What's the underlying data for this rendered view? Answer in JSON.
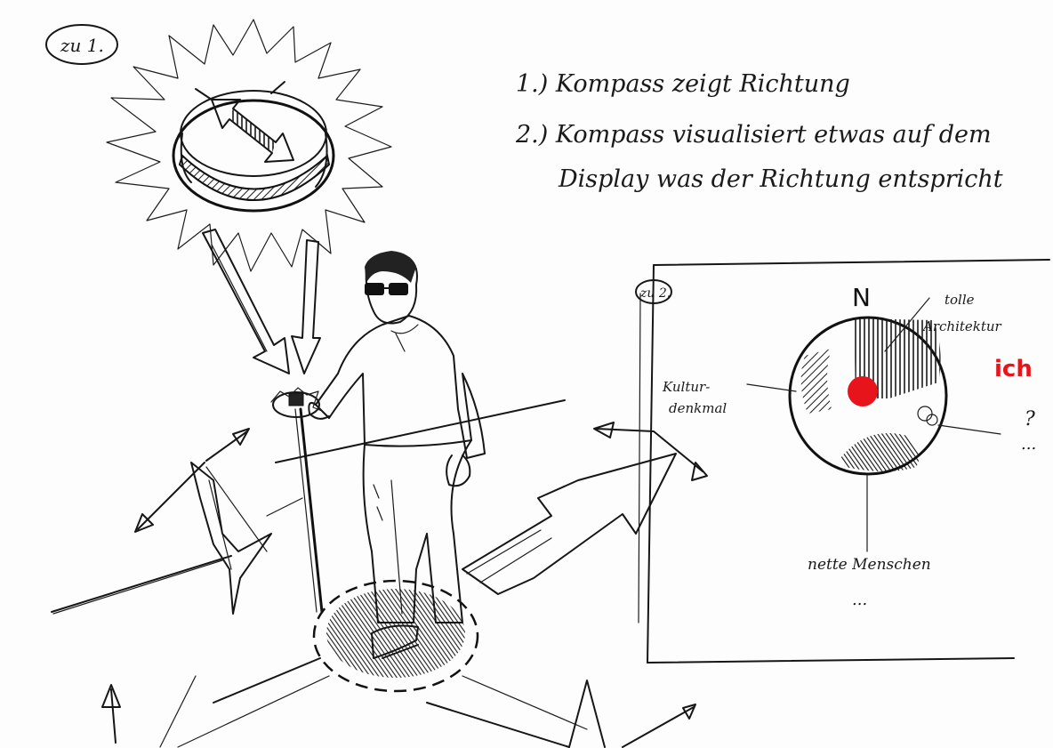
{
  "section1": {
    "badge": "zu 1.",
    "notes": [
      "1.) Kompass zeigt Richtung",
      "2.) Kompass visualisiert etwas auf dem",
      "Display was der Richtung entspricht"
    ]
  },
  "section2": {
    "badge": "zu 2.",
    "north": "N",
    "labels": {
      "architecture": [
        "tolle",
        "Architektur"
      ],
      "monument": [
        "Kultur-",
        "denkmal"
      ],
      "people": "nette Menschen",
      "me": "ich",
      "unknown": "?",
      "dots_right": "...",
      "dots_bottom": "..."
    }
  },
  "colors": {
    "ink": "#161616",
    "marker": "#e8141c",
    "paper": "#fdfdfd"
  },
  "icons": {
    "compass": "compass-icon",
    "person": "person-with-cane-icon",
    "arrows": "direction-arrow-icon"
  }
}
